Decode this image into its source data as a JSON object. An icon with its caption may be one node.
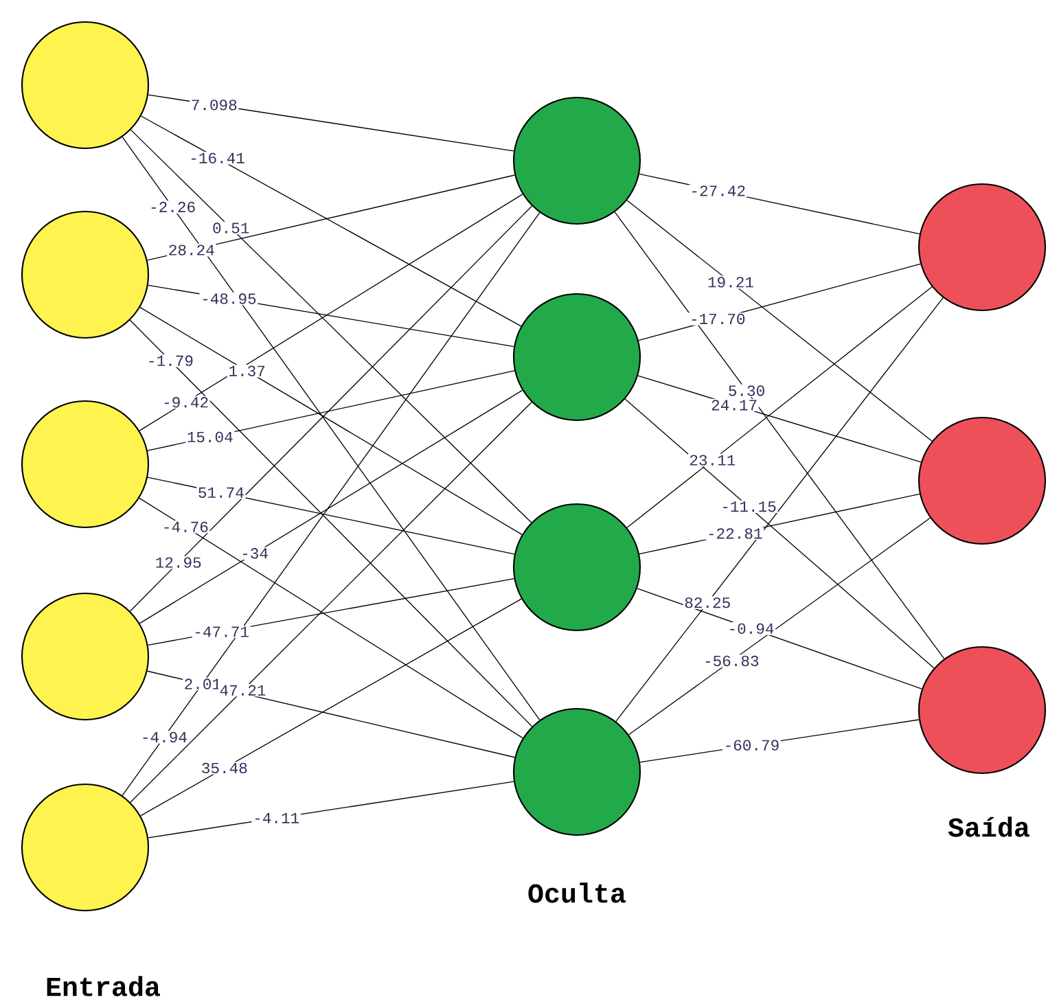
{
  "diagram": {
    "nodes": [
      {
        "text": [],
        "shape": "circle"
      },
      {
        "text": [],
        "shape": "circle"
      },
      {
        "text": [],
        "shape": "circle"
      },
      {
        "text": [],
        "shape": "circle"
      },
      {
        "text": [],
        "shape": "circle"
      },
      {
        "text": [],
        "shape": "circle"
      },
      {
        "text": [],
        "shape": "circle"
      },
      {
        "text": [],
        "shape": "circle"
      },
      {
        "text": [],
        "shape": "circle"
      },
      {
        "text": [],
        "shape": "circle"
      },
      {
        "text": [],
        "shape": "circle"
      },
      {
        "text": [],
        "shape": "circle"
      }
    ],
    "edges": [
      {
        "from": 0,
        "to": 5,
        "arrow": "none",
        "label": "7.098"
      },
      {
        "from": 0,
        "to": 6,
        "arrow": "none",
        "label": "-16.41"
      },
      {
        "from": 0,
        "to": 7,
        "arrow": "none",
        "label": "0.51"
      },
      {
        "from": 0,
        "to": 8,
        "arrow": "none",
        "label": "-2.26"
      },
      {
        "from": 1,
        "to": 5,
        "arrow": "none",
        "label": "28.24"
      },
      {
        "from": 1,
        "to": 6,
        "arrow": "none",
        "label": "-48.95"
      },
      {
        "from": 1,
        "to": 7,
        "arrow": "none",
        "label": "1.37"
      },
      {
        "from": 1,
        "to": 8,
        "arrow": "none",
        "label": "-1.79"
      },
      {
        "from": 2,
        "to": 5,
        "arrow": "none",
        "label": "-9.42"
      },
      {
        "from": 2,
        "to": 6,
        "arrow": "none",
        "label": "15.04"
      },
      {
        "from": 2,
        "to": 7,
        "arrow": "none",
        "label": "51.74"
      },
      {
        "from": 2,
        "to": 8,
        "arrow": "none",
        "label": "-4.76"
      },
      {
        "from": 3,
        "to": 5,
        "arrow": "none",
        "label": "12.95"
      },
      {
        "from": 3,
        "to": 6,
        "arrow": "none",
        "label": "-34"
      },
      {
        "from": 3,
        "to": 7,
        "arrow": "none",
        "label": "-47.71"
      },
      {
        "from": 3,
        "to": 8,
        "arrow": "none",
        "label": "2.01"
      },
      {
        "from": 4,
        "to": 5,
        "arrow": "none",
        "label": "-4.94"
      },
      {
        "from": 4,
        "to": 6,
        "arrow": "none",
        "label": "47.21"
      },
      {
        "from": 4,
        "to": 7,
        "arrow": "none",
        "label": "35.48"
      },
      {
        "from": 4,
        "to": 8,
        "arrow": "none",
        "label": "-4.11"
      },
      {
        "from": 5,
        "to": 9,
        "arrow": "none",
        "label": "-27.42"
      },
      {
        "from": 5,
        "to": 10,
        "arrow": "none",
        "label": "19.21"
      },
      {
        "from": 5,
        "to": 11,
        "arrow": "none",
        "label": "5.30"
      },
      {
        "from": 6,
        "to": 9,
        "arrow": "none",
        "label": "-17.70"
      },
      {
        "from": 6,
        "to": 10,
        "arrow": "none",
        "label": "24.17"
      },
      {
        "from": 6,
        "to": 11,
        "arrow": "none",
        "label": "-11.15"
      },
      {
        "from": 7,
        "to": 9,
        "arrow": "none",
        "label": "23.11"
      },
      {
        "from": 7,
        "to": 10,
        "arrow": "none",
        "label": "-22.81"
      },
      {
        "from": 7,
        "to": 11,
        "arrow": "none",
        "label": "-0.94"
      },
      {
        "from": 8,
        "to": 9,
        "arrow": "none",
        "label": "82.25"
      },
      {
        "from": 8,
        "to": 10,
        "arrow": "none",
        "label": "-56.83"
      },
      {
        "from": 8,
        "to": 11,
        "arrow": "none",
        "label": "-60.79"
      }
    ],
    "labels": [
      "Saída",
      "Oculta",
      "Entrada"
    ]
  }
}
